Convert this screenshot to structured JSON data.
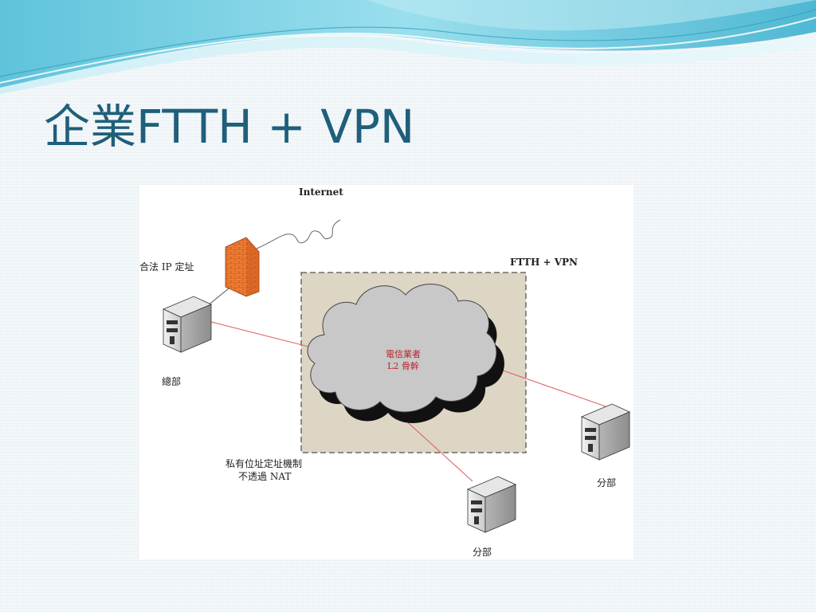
{
  "slide": {
    "title": "企業FTTH + VPN"
  },
  "diagram": {
    "labels": {
      "internet": "Internet",
      "public_ip": "合法 IP 定址",
      "ftth_vpn": "FTTH + VPN",
      "headquarters": "總部",
      "private_addr_line1": "私有位址定址機制",
      "private_addr_line2": "不透過 NAT",
      "branch_right": "分部",
      "branch_bottom": "分部",
      "cloud_line1": "電信業者",
      "cloud_line2": "L2 骨幹"
    },
    "colors": {
      "accent_title": "#1f5f7a",
      "vpn_box_fill": "#ddd6c4",
      "link_line": "#e05a5a",
      "cloud_fill": "#c8c8c8",
      "firewall": "#e8722a",
      "cloud_text": "#b8232a"
    },
    "icons": [
      "firewall-icon",
      "building-icon",
      "cloud-icon",
      "internet-link-icon"
    ]
  }
}
